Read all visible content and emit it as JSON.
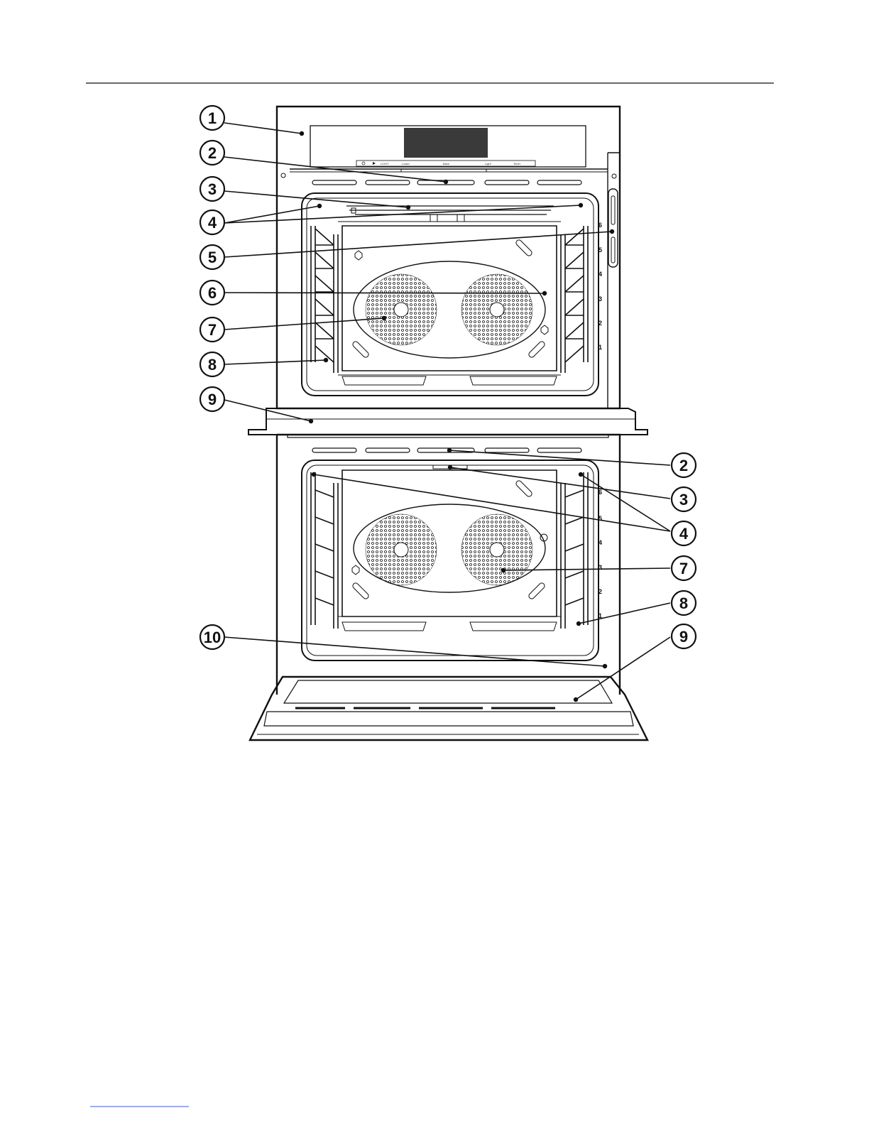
{
  "control_panel": {
    "labels": [
      "LIGHT",
      "Lower",
      "Back",
      "Light",
      "Timer"
    ]
  },
  "rack_levels_upper": [
    "6",
    "5",
    "4",
    "3",
    "2",
    "1"
  ],
  "rack_levels_lower": [
    "6",
    "5",
    "4",
    "3",
    "2",
    "1"
  ],
  "callouts": [
    {
      "id": "c1",
      "label": "1"
    },
    {
      "id": "c2a",
      "label": "2"
    },
    {
      "id": "c3a",
      "label": "3"
    },
    {
      "id": "c4a",
      "label": "4"
    },
    {
      "id": "c5",
      "label": "5"
    },
    {
      "id": "c6",
      "label": "6"
    },
    {
      "id": "c7a",
      "label": "7"
    },
    {
      "id": "c8a",
      "label": "8"
    },
    {
      "id": "c9a",
      "label": "9"
    },
    {
      "id": "c2b",
      "label": "2"
    },
    {
      "id": "c3b",
      "label": "3"
    },
    {
      "id": "c4b",
      "label": "4"
    },
    {
      "id": "c7b",
      "label": "7"
    },
    {
      "id": "c8b",
      "label": "8"
    },
    {
      "id": "c10",
      "label": "10"
    },
    {
      "id": "c9b",
      "label": "9"
    }
  ]
}
